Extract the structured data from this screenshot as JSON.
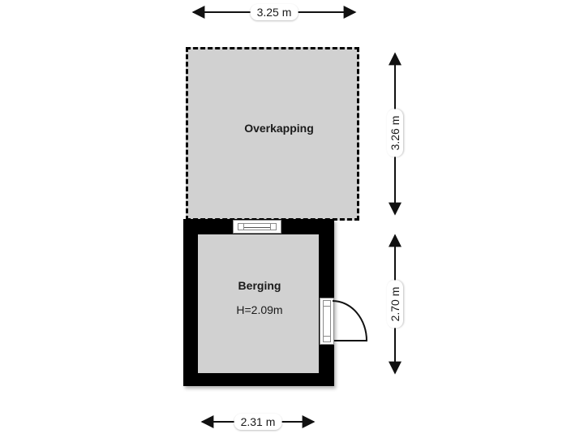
{
  "plan": {
    "rooms": [
      {
        "label": "Overkapping"
      },
      {
        "label": "Berging",
        "height_label": "H=2.09m"
      }
    ],
    "dimensions": {
      "top": "3.25 m",
      "right_upper": "3.26 m",
      "right_lower": "2.70 m",
      "bottom": "2.31 m"
    },
    "colors": {
      "bg": "#ffffff",
      "fill": "#d1d1d1",
      "wall": "#000000",
      "line": "#111111",
      "frame": "#8a8a8a",
      "text": "#1a1a1a"
    }
  }
}
